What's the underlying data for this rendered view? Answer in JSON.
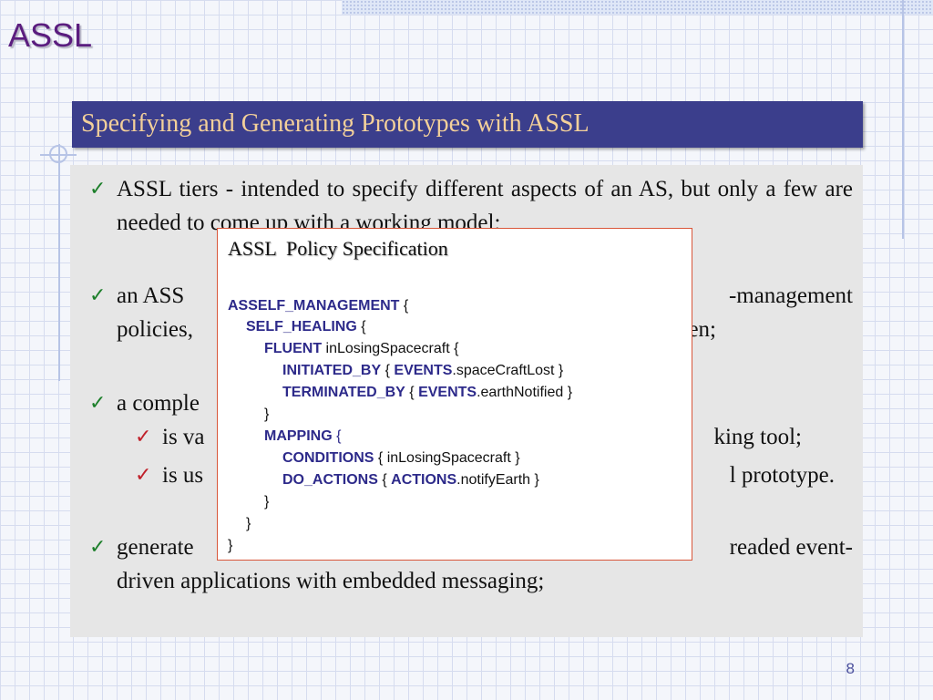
{
  "logo": "ASSL",
  "title": "Specifying and Generating Prototypes with ASSL",
  "bullets": {
    "b1": "ASSL tiers - intended to specify different aspects of an AS, but only a few are needed to come up with a working model;",
    "b2_start": "an ASS",
    "b2_end": "-management",
    "b2_line2_start": "policies,",
    "b2_line2_end": "en;",
    "b3_start": "a comple",
    "b3a_start": "is va",
    "b3a_end": "king tool;",
    "b3b_start": "is us",
    "b3b_end": "l prototype.",
    "b4_start": "generate",
    "b4_end": "readed event-",
    "b4_line2": "driven applications with embedded messaging;"
  },
  "policy": {
    "header": "ASSL  Policy Specification",
    "lines": [
      {
        "kw": "ASSELF_MANAGEMENT",
        "rest": " {"
      },
      {
        "kw": "SELF_HEALING",
        "rest": " {"
      },
      {
        "kw": "FLUENT",
        "rest": " inLosingSpacecraft {"
      },
      {
        "kw": "INITIATED_BY",
        "rest": " { ",
        "kw2": "EVENTS",
        "rest2": ".spaceCraftLost }"
      },
      {
        "kw": "TERMINATED_BY",
        "rest": " { ",
        "kw2": "EVENTS",
        "rest2": ".earthNotified }"
      },
      {
        "kw": "",
        "rest": "}"
      },
      {
        "kw": "MAPPING",
        "rest": " {"
      },
      {
        "kw": "CONDITIONS",
        "rest": " { inLosingSpacecraft }"
      },
      {
        "kw": "DO_ACTIONS",
        "rest": " { ",
        "kw2": "ACTIONS",
        "rest2": ".notifyEarth }"
      },
      {
        "kw": "",
        "rest": "}"
      },
      {
        "kw": "",
        "rest": "}"
      },
      {
        "kw": "",
        "rest": "}"
      }
    ]
  },
  "page_number": "8",
  "colors": {
    "logo": "#5b1d7f",
    "title_bar": "#3b3e8c",
    "title_text": "#f3d09a",
    "checkmark": "#1c7f2a",
    "keyword": "#2d2a8a"
  }
}
